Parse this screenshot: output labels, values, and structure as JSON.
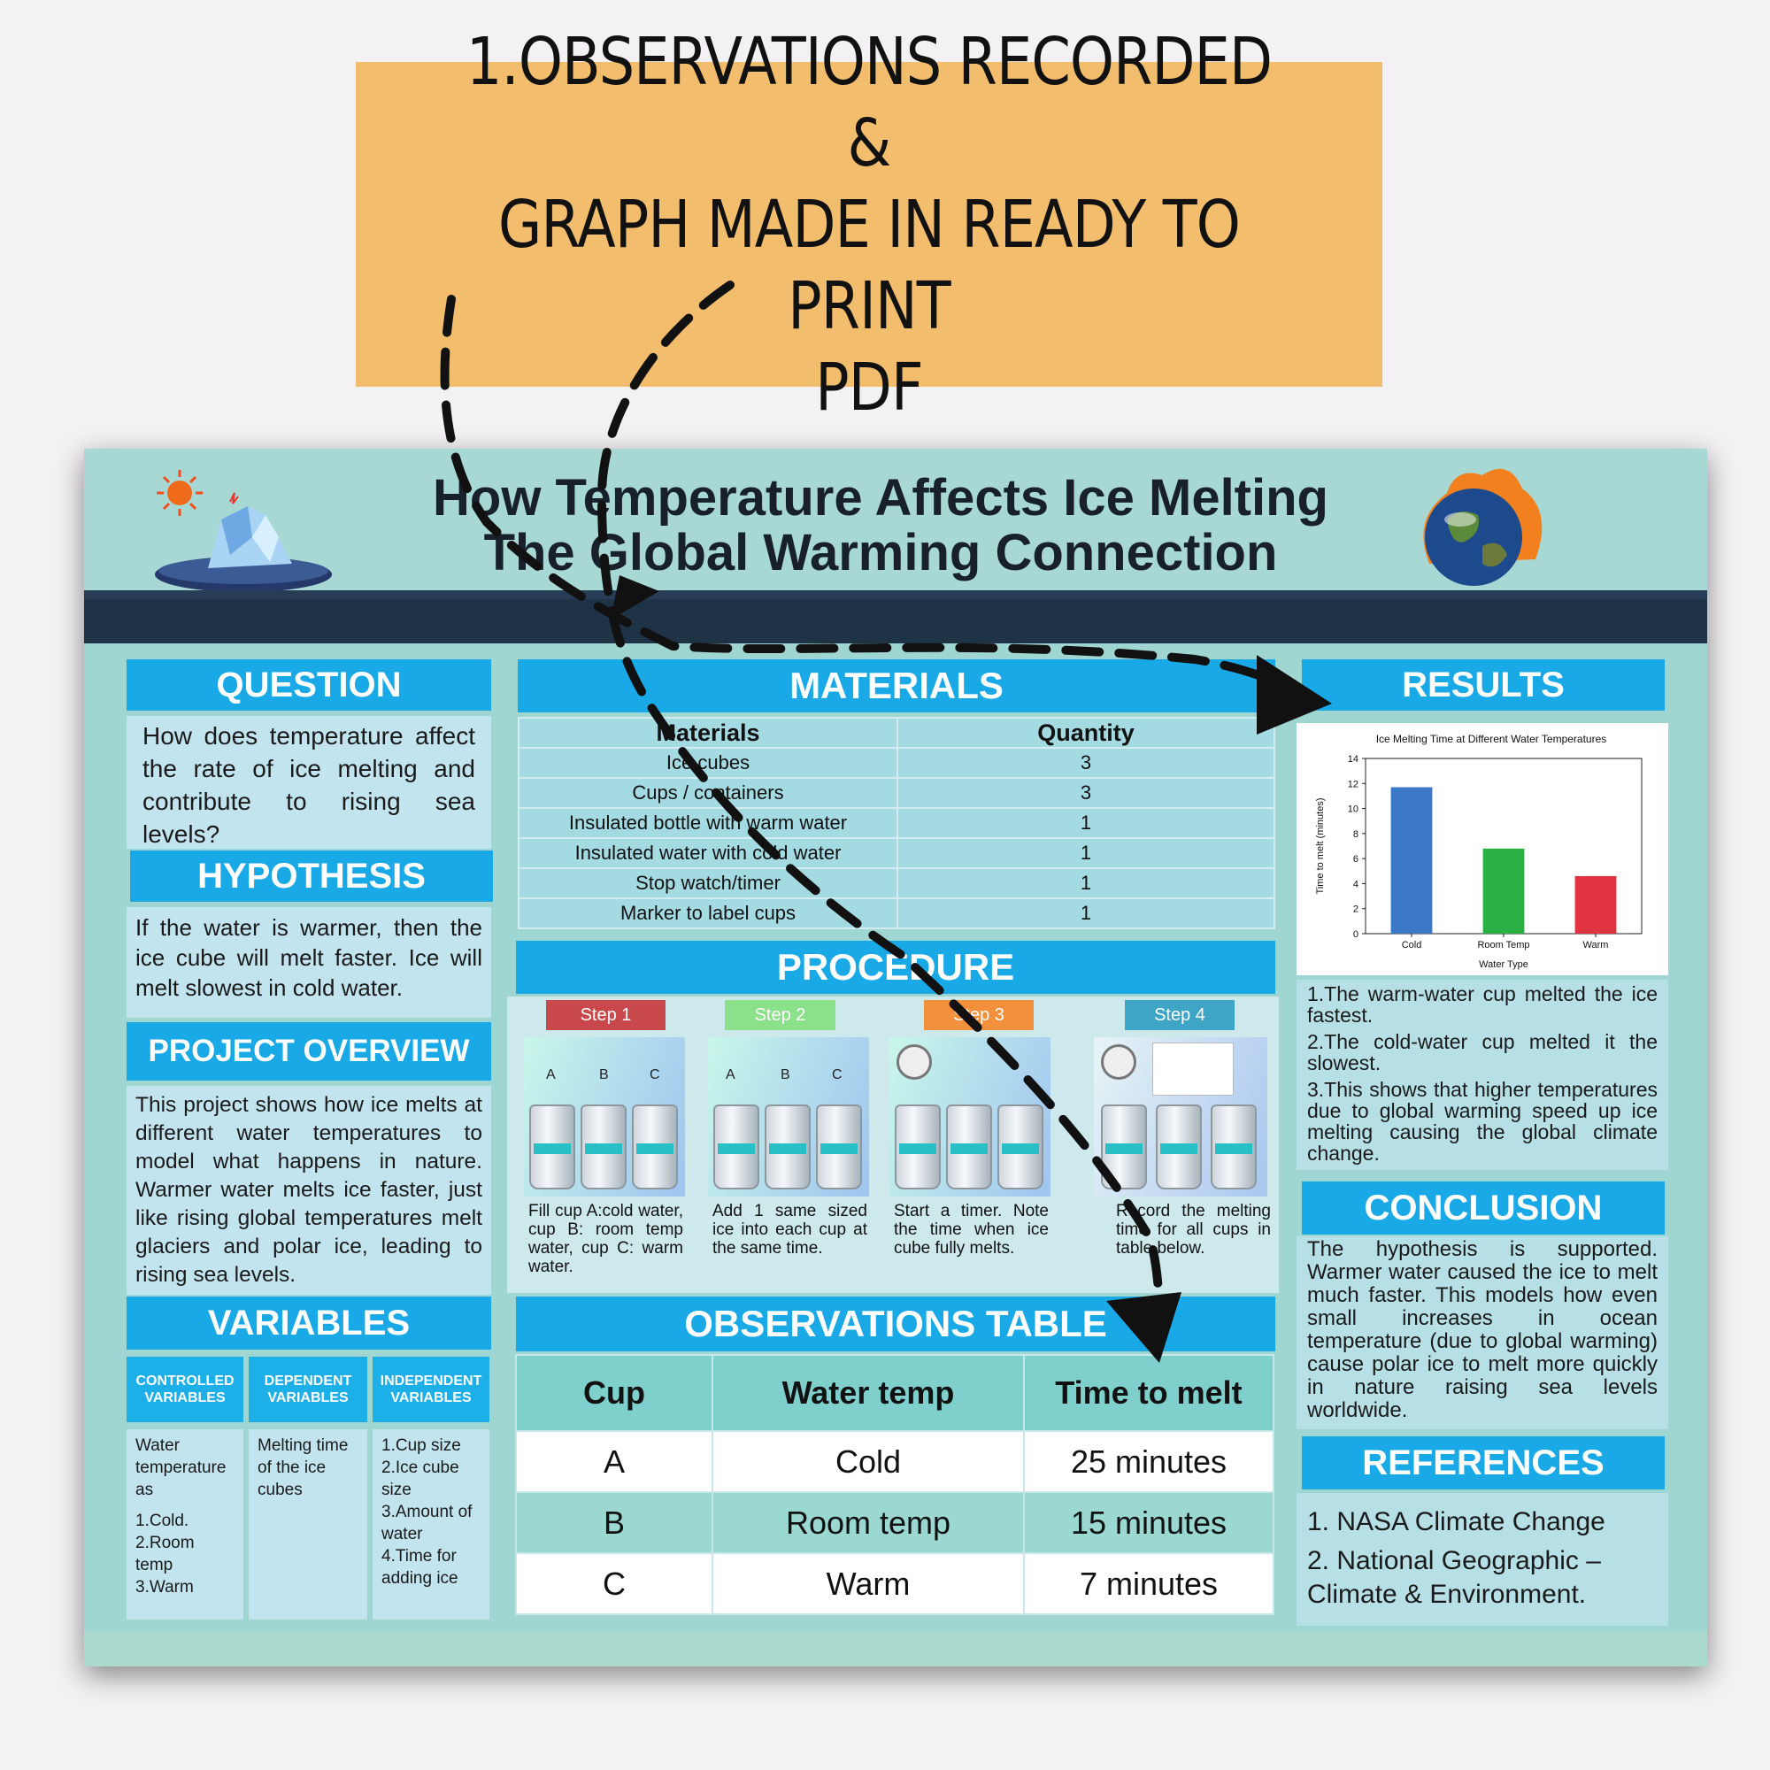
{
  "banner": {
    "text": "1.OBSERVATIONS RECORDED &\nGRAPH MADE IN READY TO PRINT\nPDF"
  },
  "poster": {
    "title_line1": "How Temperature Affects Ice Melting",
    "title_line2": "The Global Warming Connection",
    "question": {
      "heading": "QUESTION",
      "text": "How does temperature affect the rate of ice melting and contribute to rising sea levels?"
    },
    "hypothesis": {
      "heading": "HYPOTHESIS",
      "text": "If the water is warmer, then the ice cube will melt faster. Ice will melt slowest in cold water."
    },
    "overview": {
      "heading": "PROJECT OVERVIEW",
      "text": "This project shows how ice melts at different water temperatures to model what happens in nature. Warmer water melts ice faster, just like rising global temperatures melt glaciers and polar ice, leading to rising sea levels."
    },
    "variables": {
      "heading": "VARIABLES",
      "columns": [
        {
          "title": "CONTROLLED VARIABLES",
          "lines": [
            "Water temperature as",
            "1.Cold.",
            "2.Room temp",
            "3.Warm"
          ]
        },
        {
          "title": "DEPENDENT VARIABLES",
          "lines": [
            "Melting time of the ice cubes"
          ]
        },
        {
          "title": "INDEPENDENT VARIABLES",
          "lines": [
            "1.Cup size",
            "2.Ice cube size",
            "3.Amount of water",
            "4.Time for adding ice"
          ]
        }
      ]
    },
    "materials": {
      "heading": "MATERIALS",
      "col_material": "Materials",
      "col_quantity": "Quantity",
      "rows": [
        {
          "item": "Ice cubes",
          "qty": "3"
        },
        {
          "item": "Cups / containers",
          "qty": "3"
        },
        {
          "item": "Insulated bottle with warm water",
          "qty": "1"
        },
        {
          "item": "Insulated water with cold water",
          "qty": "1"
        },
        {
          "item": "Stop watch/timer",
          "qty": "1"
        },
        {
          "item": "Marker to label cups",
          "qty": "1"
        }
      ]
    },
    "procedure": {
      "heading": "PROCEDURE",
      "steps": [
        {
          "label": "Step 1",
          "color": "#c9484b",
          "text": "Fill cup A:cold water, cup B: room temp water, cup C: warm water."
        },
        {
          "label": "Step 2",
          "color": "#8be08a",
          "text": "Add 1 same sized ice into each cup at the same time."
        },
        {
          "label": "Step 3",
          "color": "#f3903c",
          "text": "Start a timer. Note the time when ice cube fully melts."
        },
        {
          "label": "Step 4",
          "color": "#3fa5c6",
          "text": "Record the melting time for all cups in table below."
        }
      ],
      "cup_letters": [
        "A",
        "B",
        "C"
      ]
    },
    "observations": {
      "heading": "OBSERVATIONS TABLE",
      "columns": [
        "Cup",
        "Water temp",
        "Time to melt"
      ],
      "rows": [
        [
          "A",
          "Cold",
          "25 minutes"
        ],
        [
          "B",
          "Room temp",
          "15 minutes"
        ],
        [
          "C",
          "Warm",
          "7 minutes"
        ]
      ]
    },
    "results": {
      "heading": "RESULTS",
      "points": [
        "1.The warm-water cup melted the ice fastest.",
        "2.The cold-water cup melted it the slowest.",
        "3.This shows that higher temperatures due to global warming speed up ice melting causing the global climate change."
      ]
    },
    "conclusion": {
      "heading": "CONCLUSION",
      "text": "The hypothesis is supported. Warmer water caused the ice to melt much faster. This models how even small increases in ocean temperature (due to global warming) cause polar ice to melt more quickly in nature raising sea levels worldwide."
    },
    "references": {
      "heading": "REFERENCES",
      "items": [
        "1. NASA Climate Change",
        "2. National Geographic – Climate & Environment."
      ]
    }
  },
  "chart_data": {
    "type": "bar",
    "title": "Ice Melting Time at Different Water Temperatures",
    "xlabel": "Water Type",
    "ylabel": "Time to melt (minutes)",
    "categories": [
      "Cold",
      "Room Temp",
      "Warm"
    ],
    "values": [
      11.7,
      6.8,
      4.6
    ],
    "colors": [
      "#3a78c5",
      "#2bb143",
      "#e03540"
    ],
    "ylim": [
      0,
      14
    ],
    "yticks": [
      "0",
      "2",
      "4",
      "6",
      "8",
      "10",
      "12",
      "14"
    ],
    "grid": false
  }
}
